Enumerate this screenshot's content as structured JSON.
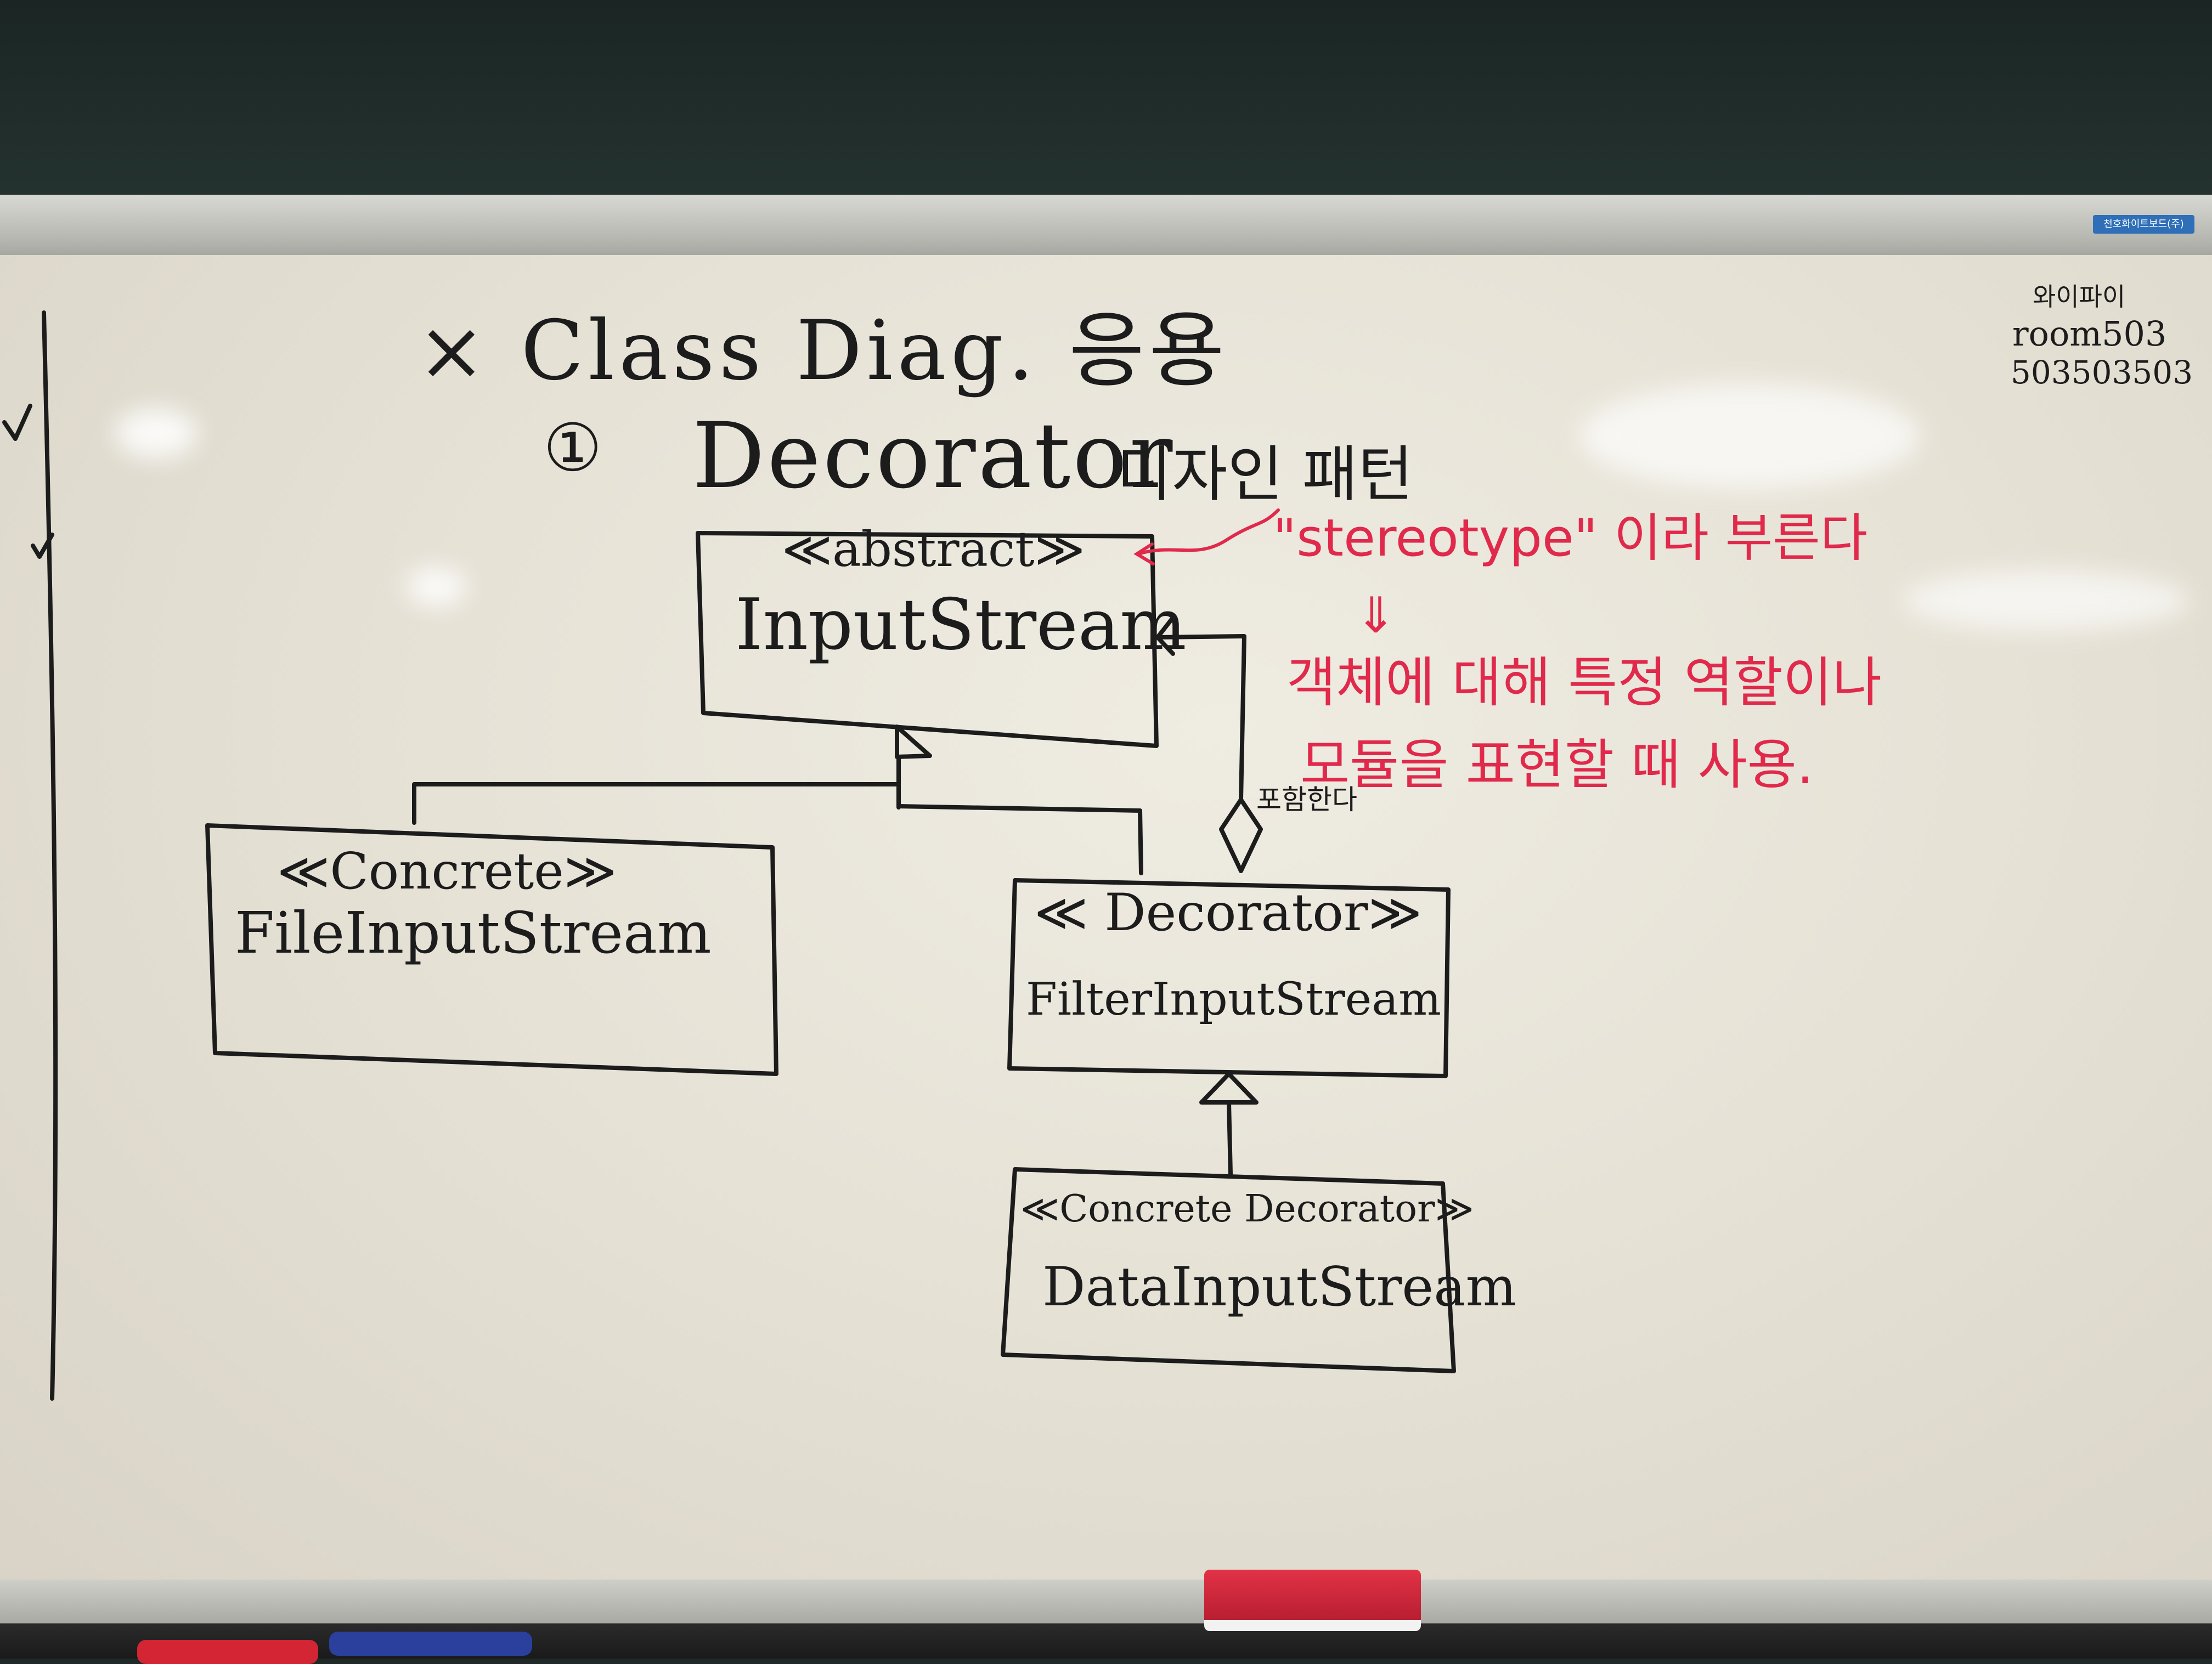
{
  "board": {
    "heading": "× Class Diag. 응용",
    "section_number": "①",
    "section_title_en": "Decorator",
    "section_title_ko": "디자인 패턴",
    "wifi": {
      "label": "와이파이",
      "ssid": "room503",
      "password": "503503503"
    },
    "sticker_text": "천호화이트보드(주)"
  },
  "annotations": {
    "stereotype_note": "\"stereotype\" 이라 부른다",
    "arrow_down": "⇓",
    "explanation_line1": "객체에 대해 특정 역할이나",
    "explanation_line2": "모듈을 표현할 때 사용.",
    "aggregation_label": "포함한다"
  },
  "classes": {
    "input_stream": {
      "stereotype": "≪abstract≫",
      "name": "InputStream"
    },
    "file_input_stream": {
      "stereotype": "≪Concrete≫",
      "name": "FileInputStream"
    },
    "filter_input_stream": {
      "stereotype": "≪ Decorator≫",
      "name": "FilterInputStream"
    },
    "data_input_stream": {
      "stereotype": "≪Concrete Decorator≫",
      "name": "DataInputStream"
    }
  },
  "colors": {
    "marker_black": "#1c1c1c",
    "marker_red": "#e0294b",
    "board_white": "#e9e5da",
    "chalkboard_green": "#1f2a28",
    "eraser_red": "#d32a3d"
  }
}
